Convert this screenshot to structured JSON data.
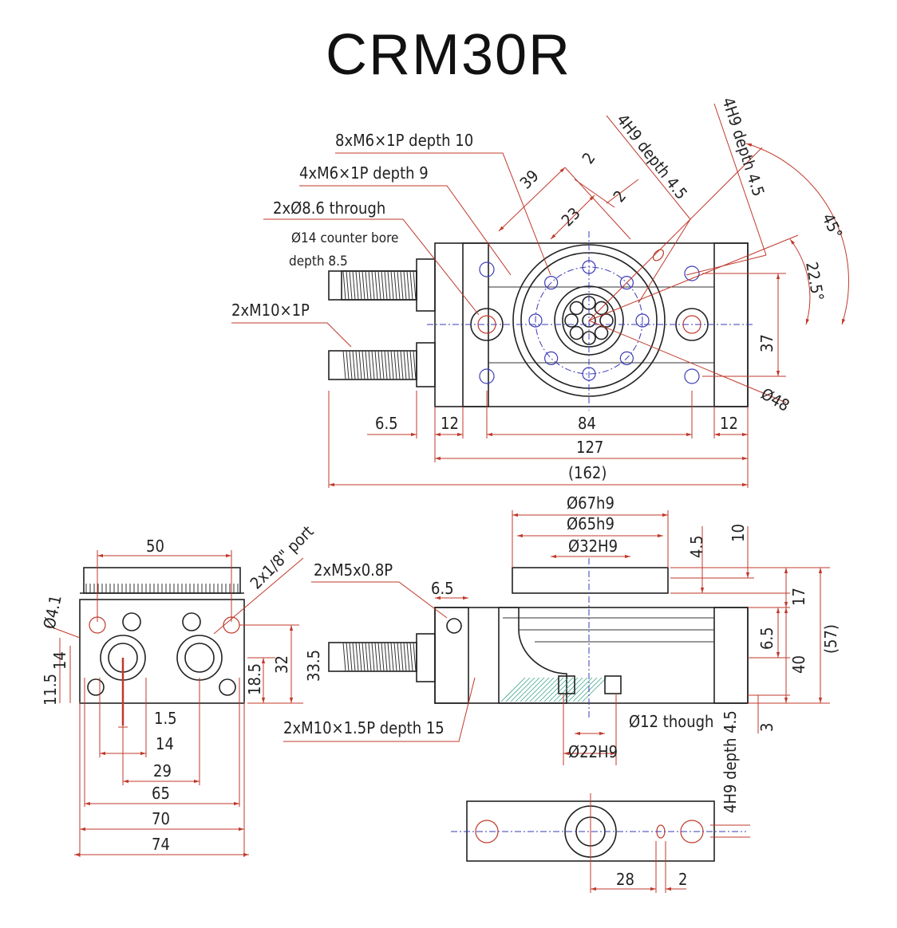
{
  "title": "CRM30R",
  "top_view": {
    "notes": {
      "m6_depth10": "8xM6×1P depth 10",
      "m6_depth9": "4xM6×1P depth 9",
      "through": "2xØ8.6 through",
      "counter_bore": "Ø14 counter bore",
      "cb_depth": "depth 8.5",
      "m10": "2xM10×1P",
      "h9_a": "4H9 depth 4.5",
      "h9_b": "4H9 depth 4.5"
    },
    "dims": {
      "d39": "39",
      "d2a": "2",
      "d2b": "2",
      "d23": "23",
      "a45": "45°",
      "a225": "22.5°",
      "d37": "37",
      "d48": "Ø48",
      "d65": "6.5",
      "d12a": "12",
      "d84": "84",
      "d12b": "12",
      "d127": "127",
      "d162": "(162)"
    }
  },
  "side_view": {
    "dims": {
      "d50": "50",
      "port": "2x1/8\" port",
      "d41": "Ø4.1",
      "d14v": "14",
      "d115": "11.5",
      "d185": "18.5",
      "d32": "32",
      "d335": "33.5",
      "d15": "1.5",
      "d14": "14",
      "d29": "29",
      "d65w": "65",
      "d70": "70",
      "d74": "74"
    }
  },
  "section_view": {
    "notes": {
      "m5": "2xM5x0.8P",
      "m10": "2xM10×1.5P depth 15",
      "through12": "Ø12 though",
      "h9": "4H9 depth 4.5"
    },
    "dims": {
      "d65": "6.5",
      "d67": "Ø67h9",
      "d65h9": "Ø65h9",
      "d32h9": "Ø32H9",
      "d45": "4.5",
      "d10": "10",
      "d17": "17",
      "d57": "(57)",
      "d65v": "6.5",
      "d40": "40",
      "d3": "3",
      "d22": "Ø22H9"
    }
  },
  "bottom_view": {
    "dims": {
      "d28": "28",
      "d2": "2"
    }
  }
}
